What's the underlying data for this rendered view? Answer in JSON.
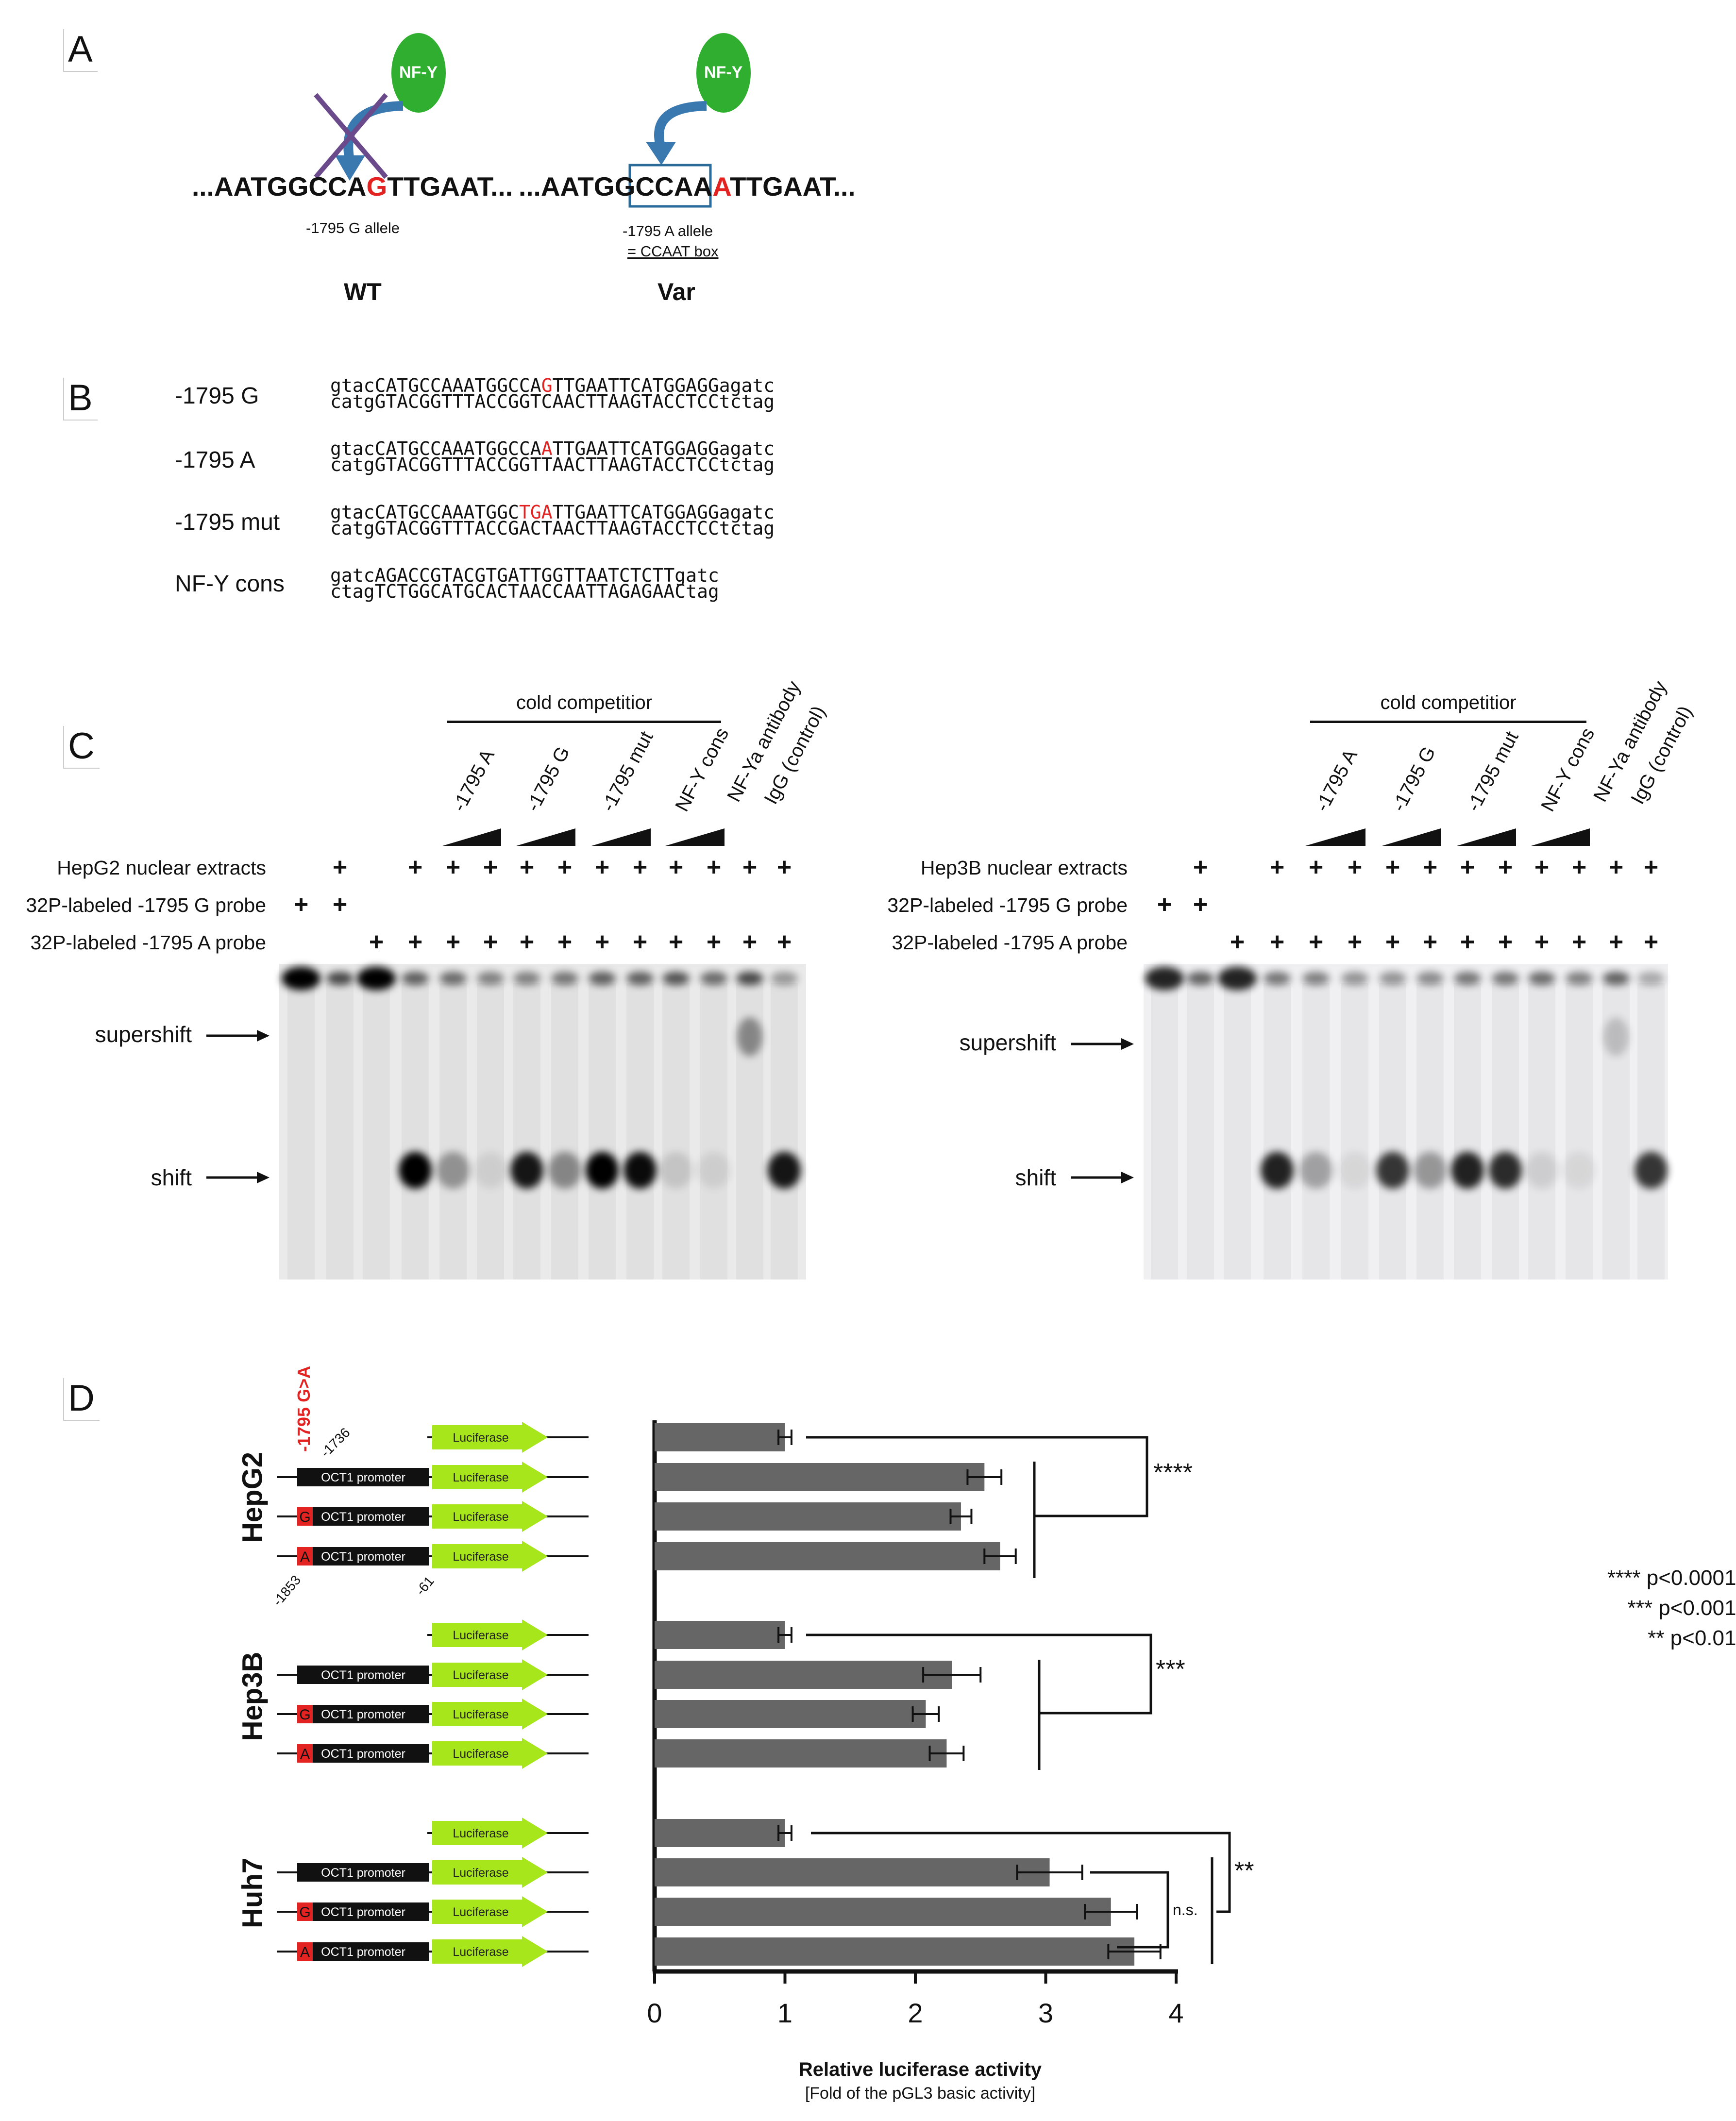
{
  "panels": {
    "a": "A",
    "b": "B",
    "c": "C",
    "d": "D"
  },
  "panel_a": {
    "nfy": "NF-Y",
    "wt_seq_pre": "...AATGGCCA",
    "wt_seq_red": "G",
    "wt_seq_post": "TTGAAT...",
    "wt_allele": "-1795 G allele",
    "wt_label": "WT",
    "var_seq_pre": "...AATGG",
    "var_seq_box1": "CCAA",
    "var_seq_red": "A",
    "var_seq_box2": "T",
    "var_seq_post": "TGAAT...",
    "var_allele": "-1795 A allele",
    "var_box": "= CCAAT box",
    "var_label": "Var"
  },
  "panel_b": {
    "rows": [
      {
        "name": "-1795 G",
        "top_pre": "gtacCATGCCAAATGGCCA",
        "top_red": "G",
        "top_post": "TTGAATTCATGGAGGagatc",
        "bottom": "catgGTACGGTTTACCGGTCAACTTAAGTACCTCCtctag"
      },
      {
        "name": "-1795 A",
        "top_pre": "gtacCATGCCAAATGGCCA",
        "top_red": "A",
        "top_post": "TTGAATTCATGGAGGagatc",
        "bottom": "catgGTACGGTTTACCGGTTAACTTAAGTACCTCCtctag"
      },
      {
        "name": "-1795 mut",
        "top_pre": "gtacCATGCCAAATGGC",
        "top_red": "TGA",
        "top_post": "TTGAATTCATGGAGGagatc",
        "bottom": "catgGTACGGTTTACCGACTAACTTAAGTACCTCCtctag"
      },
      {
        "name": "NF-Y cons",
        "top_pre": "gatcAGACCGTACGTGATTGGTTAATCTCTTgatc",
        "top_red": "",
        "top_post": "",
        "bottom": "ctagTCTGGCATGCACTAACCAATTAGAGAACtag"
      }
    ]
  },
  "panel_c": {
    "cold_competitor": "cold competitior",
    "lane_labels": [
      "-1795 A",
      "-1795 G",
      "-1795 mut",
      "NF-Y cons",
      "NF-Ya antibody",
      "IgG (control)"
    ],
    "left": {
      "row1": "HepG2 nuclear extracts",
      "row2": "32P-labeled -1795 G probe",
      "row3": "32P-labeled -1795 A probe"
    },
    "right": {
      "row1": "Hep3B nuclear extracts",
      "row2": "32P-labeled -1795 G probe",
      "row3": "32P-labeled -1795 A probe"
    },
    "plus": "+",
    "supershift": "supershift",
    "shift": "shift"
  },
  "panel_d": {
    "snp": "-1795 G>A",
    "pos_1736": "-1736",
    "pos_1853": "-1853",
    "pos_61": "-61",
    "promoter": "OCT1 promoter",
    "luciferase": "Luciferase",
    "allele_g": "G",
    "allele_a": "A",
    "cells": [
      "HepG2",
      "Hep3B",
      "Huh7"
    ],
    "stars_hepg2": "****",
    "stars_hep3b": "***",
    "stars_huh7": "**",
    "ns": "n.s.",
    "legend": [
      "**** p<0.0001",
      "*** p<0.001",
      "** p<0.01"
    ],
    "xlabel": "Relative luciferase activity",
    "xsublabel": "[Fold of the pGL3 basic activity]"
  },
  "chart_data": {
    "type": "bar",
    "orientation": "horizontal",
    "xlabel": "Relative luciferase activity",
    "xsublabel": "[Fold of the pGL3 basic activity]",
    "xlim": [
      0,
      4
    ],
    "xticks": [
      0,
      1,
      2,
      3,
      4
    ],
    "groups": [
      {
        "cell": "HepG2",
        "values": [
          1.0,
          2.53,
          2.35,
          2.65
        ],
        "errors": [
          0.05,
          0.13,
          0.08,
          0.12
        ]
      },
      {
        "cell": "Hep3B",
        "values": [
          1.0,
          2.28,
          2.08,
          2.24
        ],
        "errors": [
          0.05,
          0.22,
          0.1,
          0.13
        ]
      },
      {
        "cell": "Huh7",
        "values": [
          1.0,
          3.03,
          3.5,
          3.68
        ],
        "errors": [
          0.05,
          0.25,
          0.2,
          0.2
        ]
      }
    ],
    "bar_color": "#666666"
  }
}
